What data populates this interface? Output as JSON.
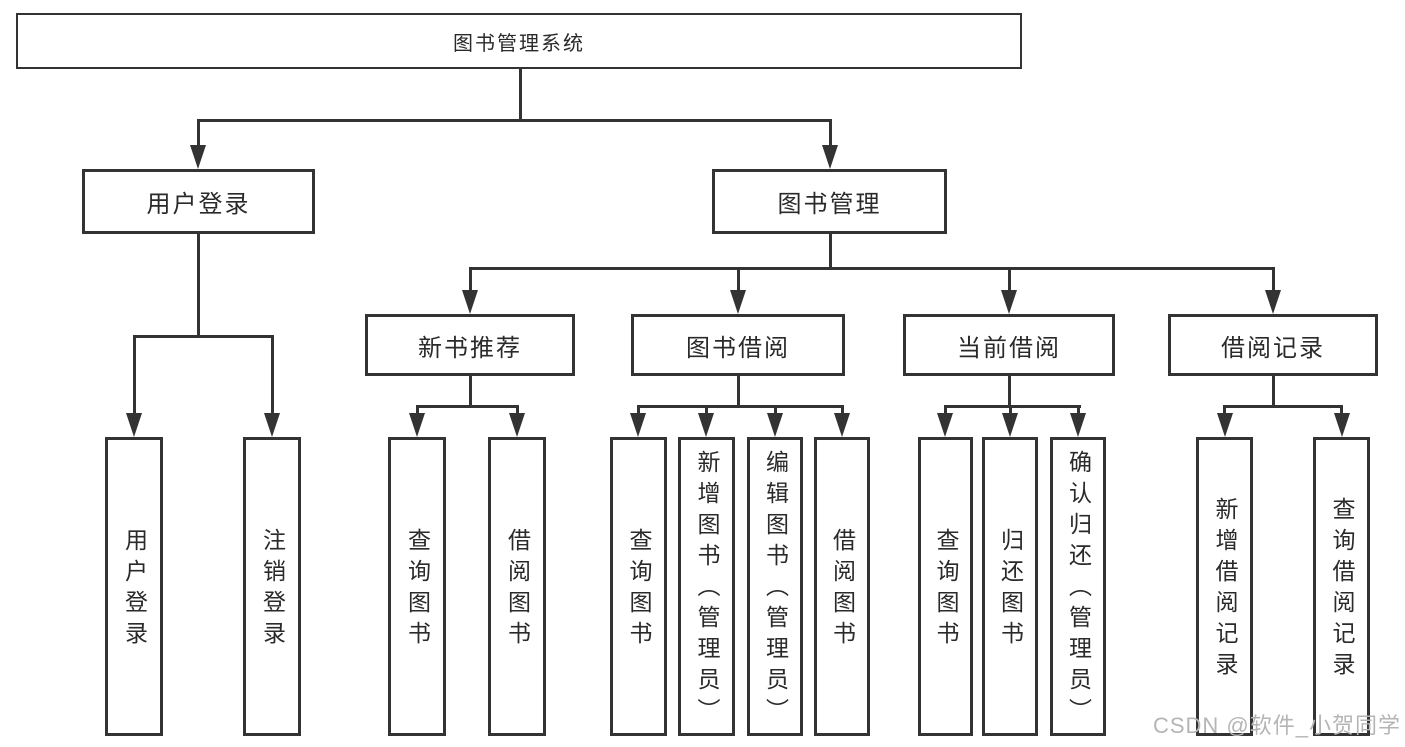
{
  "diagram": {
    "root": "图书管理系统",
    "level2": [
      "用户登录",
      "图书管理"
    ],
    "level3": [
      "新书推荐",
      "图书借阅",
      "当前借阅",
      "借阅记录"
    ],
    "leaves": {
      "user_login": [
        "用户登录",
        "注销登录"
      ],
      "new_book_recommend": [
        "查询图书",
        "借阅图书"
      ],
      "book_borrow": [
        "查询图书",
        "新增图书（管理员）",
        "编辑图书（管理员）",
        "借阅图书"
      ],
      "current_borrow": [
        "查询图书",
        "归还图书",
        "确认归还（管理员）"
      ],
      "borrow_record": [
        "新增借阅记录",
        "查询借阅记录"
      ]
    },
    "colors": {
      "line": "#333333",
      "text": "#2a2a2a",
      "watermark": "#b5b5b5",
      "background": "#ffffff"
    }
  },
  "watermark": "CSDN @软件_小贺同学"
}
